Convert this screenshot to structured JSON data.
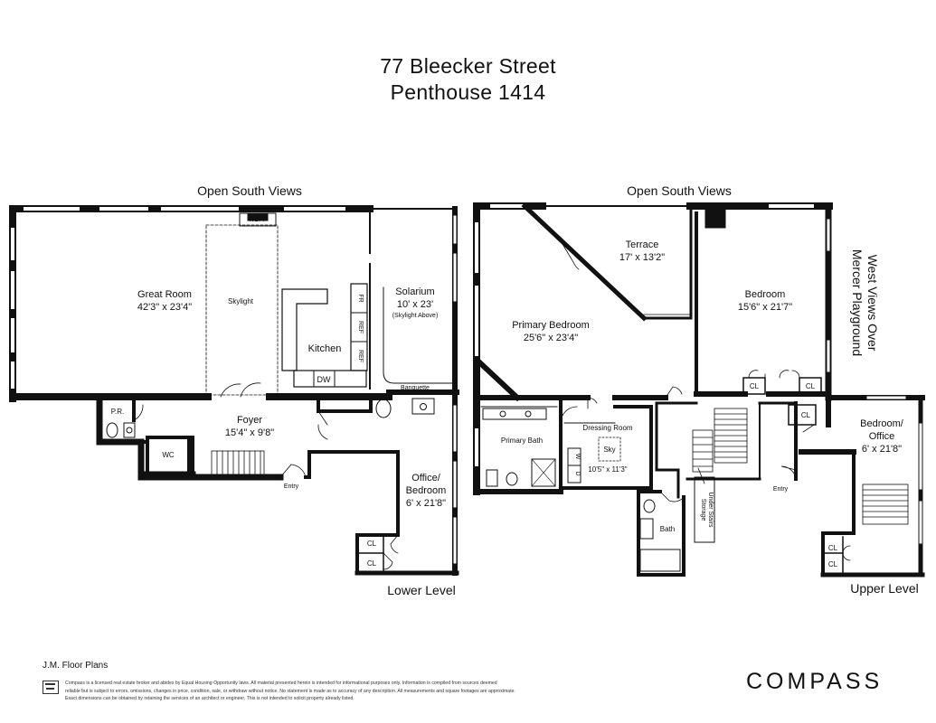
{
  "header": {
    "address": "77 Bleecker Street",
    "unit": "Penthouse 1414"
  },
  "views": {
    "lower_south": "Open South Views",
    "upper_south": "Open South Views",
    "west": "West Views Over",
    "west_line2": "Mercer Playground"
  },
  "levels": {
    "lower": "Lower Level",
    "upper": "Upper Level"
  },
  "lower_rooms": {
    "great_room": "Great Room",
    "great_room_dim": "42'3\" x 23'4\"",
    "skylight": "Skylight",
    "wbfp": "WBFP",
    "kitchen": "Kitchen",
    "fr": "FR",
    "ref1": "REF",
    "ref2": "REF",
    "dw": "DW",
    "solarium": "Solarium",
    "solarium_dim": "10' x 23'",
    "solarium_note": "(Skylight Above)",
    "banquette": "Banquette",
    "pr": "P.R.",
    "wc": "WC",
    "foyer": "Foyer",
    "foyer_dim": "15'4\" x 9'8\"",
    "entry": "Entry",
    "office": "Office/",
    "office_line2": "Bedroom",
    "office_dim": "6' x 21'8\"",
    "cl1": "CL",
    "cl2": "CL"
  },
  "upper_rooms": {
    "terrace": "Terrace",
    "terrace_dim": "17' x 13'2\"",
    "bedroom": "Bedroom",
    "bedroom_dim": "15'6\" x 21'7\"",
    "primary_bedroom": "Primary Bedroom",
    "primary_bedroom_dim": "25'6\" x 23'4\"",
    "primary_bath": "Primary Bath",
    "dressing_room": "Dressing Room",
    "dressing_dim": "10'5\" x 11'3\"",
    "sky": "Sky",
    "w": "W",
    "d": "D",
    "bath": "Bath",
    "storage": "Storage",
    "storage_line2": "Under Stairs",
    "entry": "Entry",
    "bedroom_office": "Bedroom/",
    "bedroom_office_line2": "Office",
    "bedroom_office_dim": "6' x 21'8\"",
    "cl1": "CL",
    "cl2": "CL",
    "cl3": "CL",
    "cl4": "CL",
    "cl5": "CL"
  },
  "footer": {
    "credit": "J.M. Floor Plans",
    "brand": "COMPASS",
    "disclaimer_1": "Compass is a licensed real estate broker and abides by Equal Housing Opportunity laws. All material presented herein is intended for informational purposes only. Information is compiled from sources deemed",
    "disclaimer_2": "reliable but is subject to errors, omissions, changes in price, condition, sale, or withdraw without notice. No statement is made as to accuracy of any description. All measurements and square footages are approximate.",
    "disclaimer_3": "Exact dimensions can be obtained by retaining the services of an architect or engineer. This is not intended to solicit property already listed."
  }
}
